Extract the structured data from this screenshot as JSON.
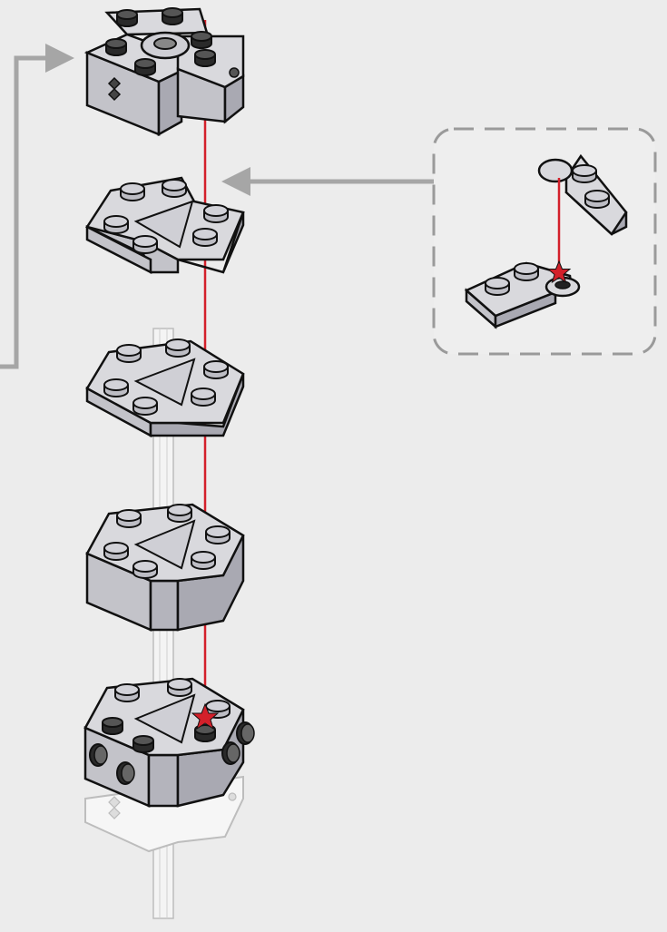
{
  "colors": {
    "background": "#ececec",
    "brick_top": "#d9d9dd",
    "brick_left": "#c3c3c9",
    "brick_right": "#a9a9b2",
    "brick_ghost": "#f6f6f6",
    "stud_top": "#d2d2d8",
    "outline": "#111111",
    "guide_line": "#d3202a",
    "callout_arrow": "#a6a6a6",
    "callout_border": "#9a9a9a",
    "callout_bg": "#eeeeee",
    "axle": "#f4f4f4"
  },
  "icons": {
    "main_arrow": "arrow-right-icon",
    "callout_arrow": "arrow-left-icon",
    "insert_marker": "star-icon"
  },
  "assembly": {
    "steps": [
      {
        "name": "top-brick-assembly",
        "kind": "brick"
      },
      {
        "name": "plate-layer-2",
        "kind": "plate"
      },
      {
        "name": "plate-layer-3",
        "kind": "plate"
      },
      {
        "name": "brick-layer-4",
        "kind": "brick"
      },
      {
        "name": "base-brick-assembly",
        "kind": "brick"
      }
    ]
  }
}
